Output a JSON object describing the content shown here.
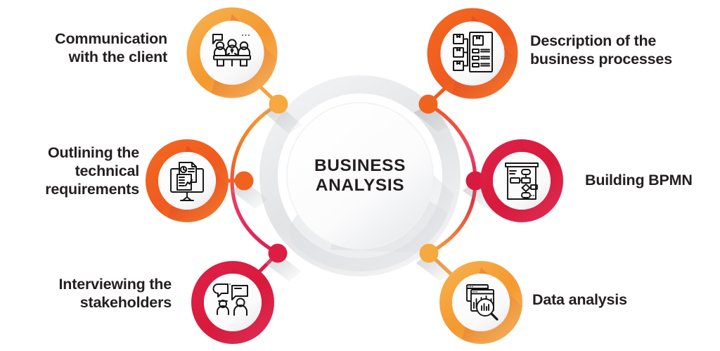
{
  "diagram": {
    "type": "hub-and-spoke-circular-infographic",
    "center": {
      "line1": "BUSINESS",
      "line2": "ANALYSIS"
    },
    "nodes": [
      {
        "id": "communication",
        "label": "Communication\nwith the client",
        "side": "left",
        "position": "top-left",
        "icon": "people-meeting-icon",
        "ring_color": "#F6A23C",
        "dot_color": "#F6A93F"
      },
      {
        "id": "outlining",
        "label": "Outlining the\ntechnical\nrequirements",
        "side": "left",
        "position": "middle-left",
        "icon": "monitor-documents-icon",
        "ring_color": "#F05A22",
        "dot_color": "#F0631F"
      },
      {
        "id": "interviewing",
        "label": "Interviewing the\nstakeholders",
        "side": "left",
        "position": "bottom-left",
        "icon": "speech-bubbles-people-icon",
        "ring_color": "#DC1E3C",
        "dot_color": "#DC1E45"
      },
      {
        "id": "description",
        "label": "Description of the\nbusiness processes",
        "side": "right",
        "position": "top-right",
        "icon": "process-boxes-document-icon",
        "ring_color": "#F05A22",
        "dot_color": "#F0631F"
      },
      {
        "id": "bpmn",
        "label": "Building BPMN",
        "side": "right",
        "position": "middle-right",
        "icon": "flowchart-board-icon",
        "ring_color": "#DC1E3C",
        "dot_color": "#D81A40"
      },
      {
        "id": "data",
        "label": "Data analysis",
        "side": "right",
        "position": "bottom-right",
        "icon": "chart-magnifier-windows-icon",
        "ring_color": "#F6A23C",
        "dot_color": "#F6A93F"
      }
    ],
    "colors": {
      "amber": "#F6A23C",
      "orange": "#F05A22",
      "crimson": "#DC1E3C",
      "pink": "#E8376B",
      "text": "#231f20",
      "center_ring": "#E3E4E6",
      "background": "#FFFFFF"
    }
  }
}
